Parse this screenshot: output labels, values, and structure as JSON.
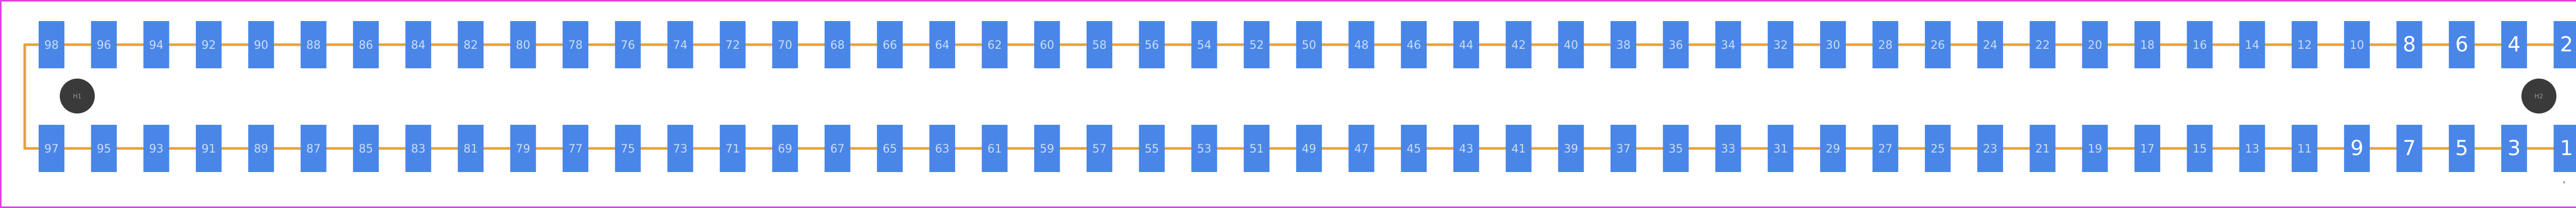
{
  "footprint": {
    "top_row": [
      "98",
      "96",
      "94",
      "92",
      "90",
      "88",
      "86",
      "84",
      "82",
      "80",
      "78",
      "76",
      "74",
      "72",
      "70",
      "68",
      "66",
      "64",
      "62",
      "60",
      "58",
      "56",
      "54",
      "52",
      "50",
      "48",
      "46",
      "44",
      "42",
      "40",
      "38",
      "36",
      "34",
      "32",
      "30",
      "28",
      "26",
      "24",
      "22",
      "20",
      "18",
      "16",
      "14",
      "12",
      "10",
      "8",
      "6",
      "4",
      "2"
    ],
    "bottom_row": [
      "97",
      "95",
      "93",
      "91",
      "89",
      "87",
      "85",
      "83",
      "81",
      "79",
      "77",
      "75",
      "73",
      "71",
      "69",
      "67",
      "65",
      "63",
      "61",
      "59",
      "57",
      "55",
      "53",
      "51",
      "49",
      "47",
      "45",
      "43",
      "41",
      "39",
      "37",
      "35",
      "33",
      "31",
      "29",
      "27",
      "25",
      "23",
      "21",
      "19",
      "17",
      "15",
      "13",
      "11",
      "9",
      "7",
      "5",
      "3",
      "1"
    ],
    "holes": [
      {
        "label": "H1"
      },
      {
        "label": "H2"
      }
    ],
    "pin1_marker": "•",
    "colors": {
      "pad": "#4a86e8",
      "outline": "#e6a23c",
      "border": "#e040e0",
      "hole": "#3a3a3a",
      "label": "#c9dbf7"
    }
  }
}
